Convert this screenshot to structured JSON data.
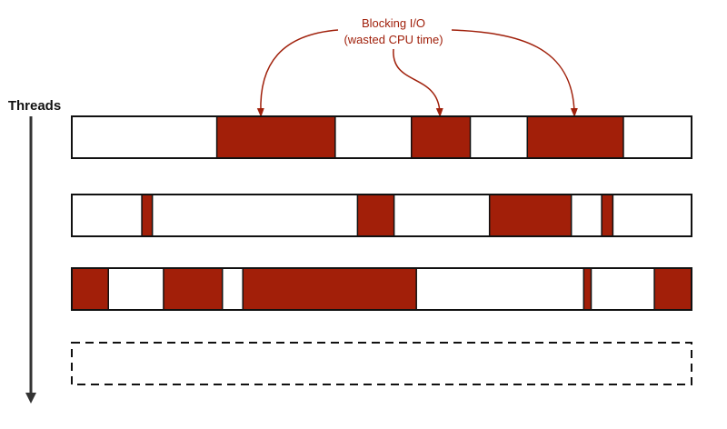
{
  "annotation": {
    "line1": "Blocking I/O",
    "line2": "(wasted CPU time)",
    "color": "#a0200b"
  },
  "axis": {
    "label": "Threads",
    "color": "#333333"
  },
  "colors": {
    "blocked": "#a21f09",
    "outline": "#111111",
    "background": "#ffffff"
  },
  "threads": [
    {
      "style": "solid",
      "blocked_segments": [
        [
          0.234,
          0.425
        ],
        [
          0.548,
          0.643
        ],
        [
          0.735,
          0.89
        ]
      ]
    },
    {
      "style": "solid",
      "blocked_segments": [
        [
          0.113,
          0.13
        ],
        [
          0.461,
          0.52
        ],
        [
          0.674,
          0.806
        ],
        [
          0.855,
          0.873
        ]
      ]
    },
    {
      "style": "solid",
      "blocked_segments": [
        [
          0.0,
          0.059
        ],
        [
          0.148,
          0.243
        ],
        [
          0.276,
          0.556
        ],
        [
          0.826,
          0.838
        ],
        [
          0.94,
          1.0
        ]
      ]
    },
    {
      "style": "dashed",
      "blocked_segments": []
    }
  ]
}
